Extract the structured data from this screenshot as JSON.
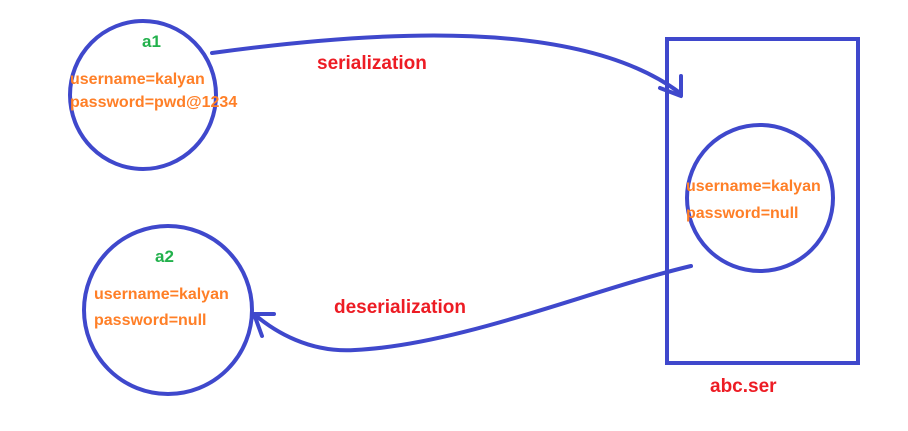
{
  "objects": {
    "a1": {
      "name": "a1",
      "fields": [
        "username=kalyan",
        "password=pwd@1234"
      ]
    },
    "a2": {
      "name": "a2",
      "fields": [
        "username=kalyan",
        "password=null"
      ]
    },
    "stored": {
      "fields": [
        "username=kalyan",
        "password=null"
      ]
    }
  },
  "file": {
    "name": "abc.ser"
  },
  "edges": {
    "serialization": "serialization",
    "deserialization": "deserialization"
  },
  "colors": {
    "shape_stroke": "#3f48cc",
    "object_name": "#22b14c",
    "field_text": "#ff7f27",
    "label_text": "#ed1c24"
  }
}
